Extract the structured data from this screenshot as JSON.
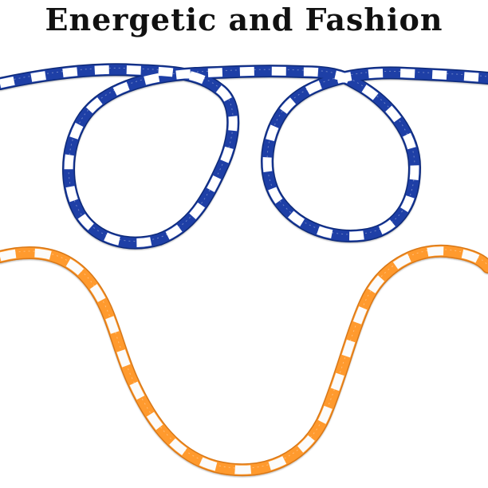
{
  "headline": "Energetic and Fashion",
  "ropes": [
    {
      "name": "blue-white-beaded-rope",
      "colors": [
        "#1e3fa6",
        "#ffffff"
      ],
      "outline": "#0f2a7a"
    },
    {
      "name": "orange-white-beaded-rope",
      "colors": [
        "#ff9a2e",
        "#fbfbfb"
      ],
      "outline": "#d97712"
    }
  ]
}
